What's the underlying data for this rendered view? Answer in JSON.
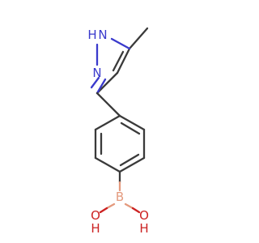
{
  "molecule": {
    "atoms": {
      "n1_label": "N",
      "n1_h_label": "H",
      "n2_label": "N",
      "b_label": "B",
      "o1_label": "O",
      "o1_h_label": "H",
      "o2_label": "O",
      "o2_h_label": "H"
    },
    "colors": {
      "carbon_bond": "#3a3a3a",
      "nitrogen": "#3a3acc",
      "boron": "#e49a7e",
      "oxygen": "#cc2222"
    }
  }
}
